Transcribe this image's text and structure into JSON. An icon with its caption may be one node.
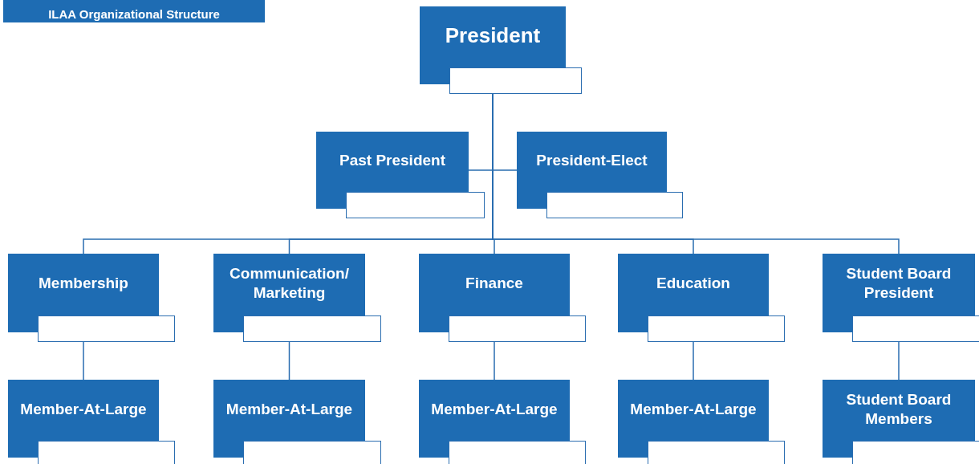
{
  "diagram": {
    "title": "ILAA Organizational Structure",
    "nodes": [
      {
        "text": [
          "President"
        ]
      },
      {
        "text": [
          "Past President"
        ]
      },
      {
        "text": [
          "President-Elect"
        ]
      },
      {
        "text": [
          "Membership"
        ]
      },
      {
        "text": [
          "Communication/ Marketing"
        ]
      },
      {
        "text": [
          "Finance"
        ]
      },
      {
        "text": [
          "Education"
        ]
      },
      {
        "text": [
          "Student Board President"
        ]
      },
      {
        "text": [
          "Member-At-Large"
        ]
      },
      {
        "text": [
          "Member-At-Large"
        ]
      },
      {
        "text": [
          "Member-At-Large"
        ]
      },
      {
        "text": [
          "Member-At-Large"
        ]
      },
      {
        "text": [
          "Student Board Members"
        ]
      }
    ],
    "edges": [
      {
        "from": 0,
        "to": 1,
        "arrow": "none"
      },
      {
        "from": 0,
        "to": 2,
        "arrow": "none"
      },
      {
        "from": 0,
        "to": 3,
        "arrow": "none"
      },
      {
        "from": 0,
        "to": 4,
        "arrow": "none"
      },
      {
        "from": 0,
        "to": 5,
        "arrow": "none"
      },
      {
        "from": 0,
        "to": 6,
        "arrow": "none"
      },
      {
        "from": 0,
        "to": 7,
        "arrow": "none"
      },
      {
        "from": 3,
        "to": 8,
        "arrow": "none"
      },
      {
        "from": 4,
        "to": 9,
        "arrow": "none"
      },
      {
        "from": 5,
        "to": 10,
        "arrow": "none"
      },
      {
        "from": 6,
        "to": 11,
        "arrow": "none"
      },
      {
        "from": 7,
        "to": 12,
        "arrow": "none"
      }
    ]
  }
}
